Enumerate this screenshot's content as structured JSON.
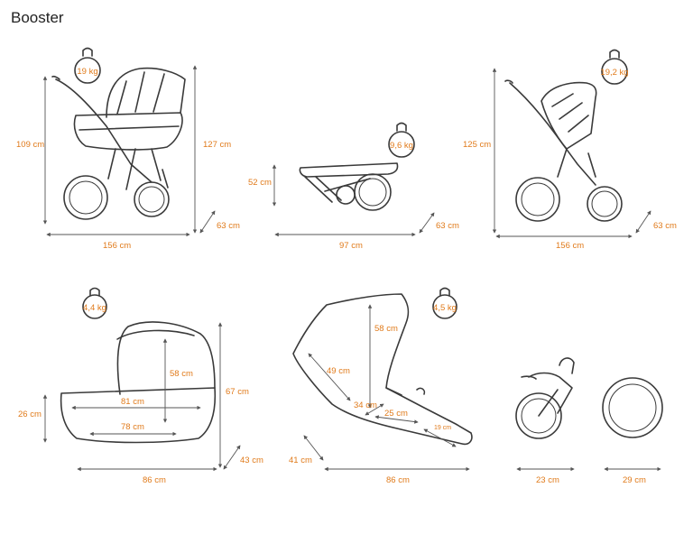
{
  "title": "Booster",
  "colors": {
    "label": "#e07a1a",
    "outline": "#3a3a3a"
  },
  "weights": {
    "pram": "19 kg",
    "folded": "9,6 kg",
    "stroller": "19,2 kg",
    "carrycot": "4,4 kg",
    "seat": "4,5 kg"
  },
  "pram": {
    "height": "109 cm",
    "height_max": "127 cm",
    "length": "156 cm",
    "width": "63 cm"
  },
  "folded": {
    "height": "52 cm",
    "length": "97 cm",
    "width": "63 cm"
  },
  "stroller": {
    "height": "125 cm",
    "length": "156 cm",
    "width": "63 cm"
  },
  "carrycot": {
    "height": "26 cm",
    "height_total": "67 cm",
    "hood_height": "58 cm",
    "inner_length": "81 cm",
    "bottom_length": "78 cm",
    "length": "86 cm",
    "width": "43 cm"
  },
  "seat": {
    "backrest": "58 cm",
    "diagonal": "49 cm",
    "seat_depth": "34 cm",
    "seat_length": "25 cm",
    "footrest": "19 cm",
    "width": "41 cm",
    "length": "86 cm"
  },
  "wheels": {
    "front": "23 cm",
    "rear": "29 cm"
  }
}
